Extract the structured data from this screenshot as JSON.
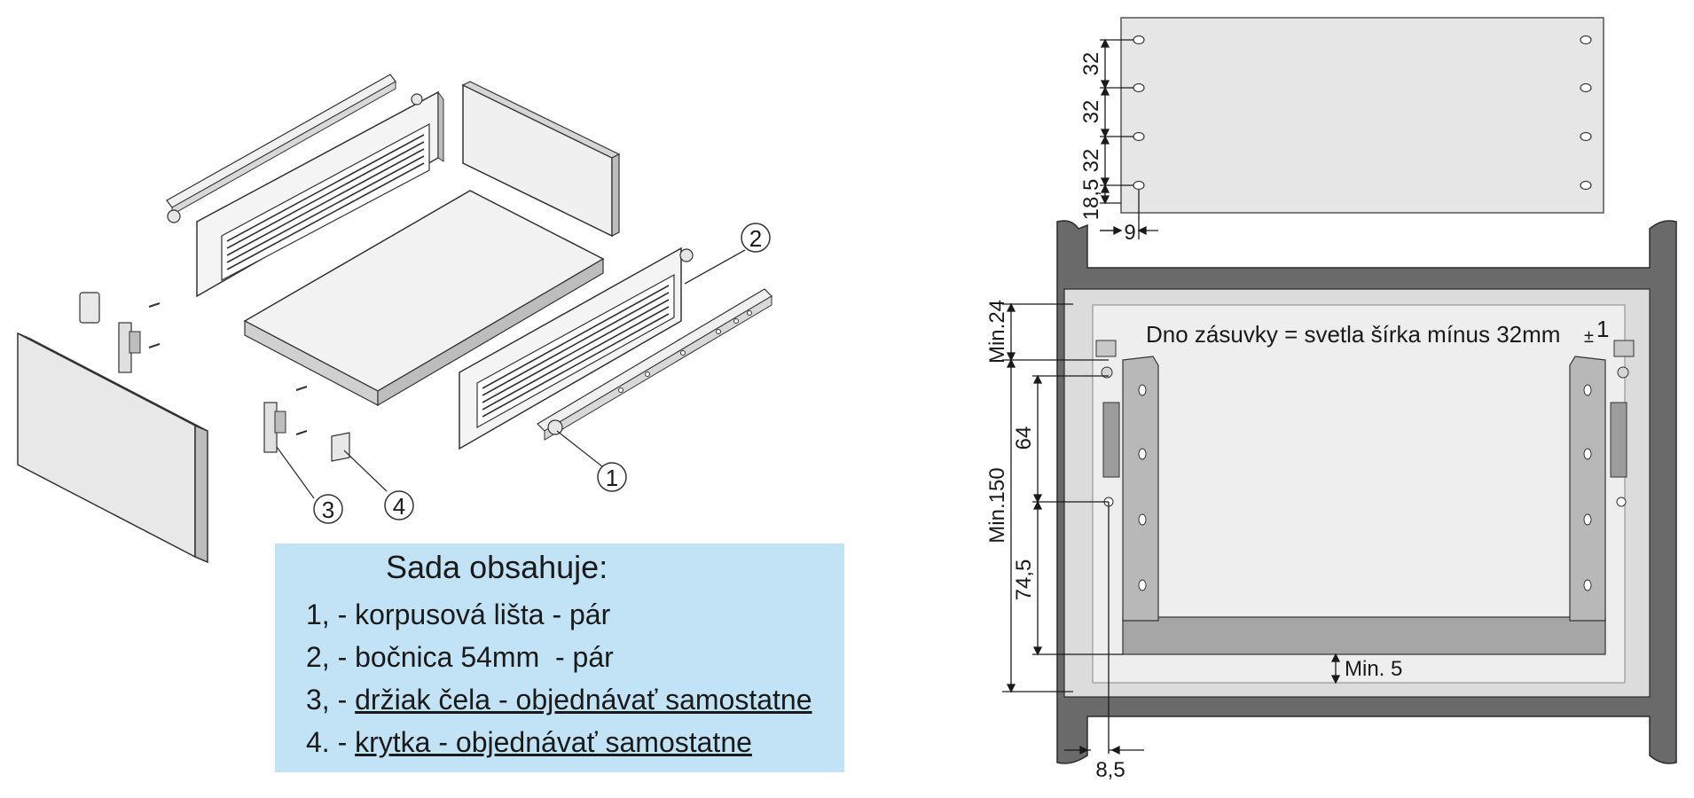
{
  "callouts": [
    "1",
    "2",
    "3",
    "4"
  ],
  "legend": {
    "title": "Sada obsahuje:",
    "items": [
      {
        "prefix": "1, - ",
        "text": "korpusová lišta - pár",
        "underlined": false
      },
      {
        "prefix": "2, - ",
        "text": "bočnica 54mm  - pár",
        "underlined": false
      },
      {
        "prefix": "3, - ",
        "text": "držiak čela - objednávať samostatne",
        "underlined": true
      },
      {
        "prefix": "4. - ",
        "text": "krytka - objednávať samostatne",
        "underlined": true
      }
    ]
  },
  "dimensions": {
    "hole_spacing_1": "32",
    "hole_spacing_2": "32",
    "hole_spacing_3": "32",
    "bottom_offset": "18,5",
    "edge_offset": "9",
    "min_top": "Min.24",
    "min_height": "Min.150",
    "rail_spacing_upper": "64",
    "rail_spacing_lower": "74,5",
    "min_bottom": "Min. 5",
    "side_offset": "8,5"
  },
  "note": {
    "text": "Dno zásuvky = svetla šírka mínus 32mm",
    "tolerance_sign": "±",
    "tolerance_value": "1"
  },
  "colors": {
    "cabinet": "#6a6a6a",
    "inner": "#dcdcdc",
    "panel": "#e6e6e6",
    "legend_bg": "#c2e3f5",
    "line": "#1a1a1a"
  }
}
